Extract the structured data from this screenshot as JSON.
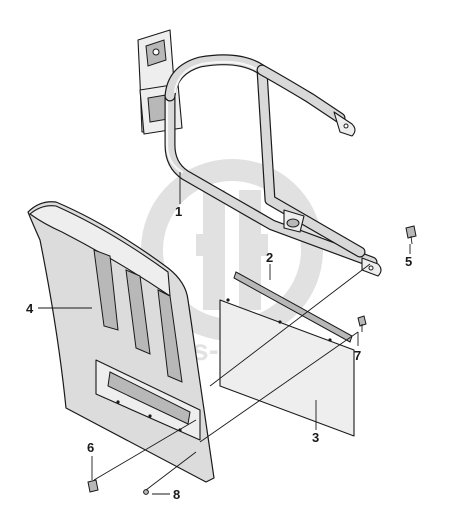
{
  "diagram": {
    "callouts": [
      {
        "id": "callout-1",
        "label": "1"
      },
      {
        "id": "callout-2",
        "label": "2"
      },
      {
        "id": "callout-3",
        "label": "3"
      },
      {
        "id": "callout-4",
        "label": "4"
      },
      {
        "id": "callout-5",
        "label": "5"
      },
      {
        "id": "callout-6",
        "label": "6"
      },
      {
        "id": "callout-7",
        "label": "7"
      },
      {
        "id": "callout-8",
        "label": "8"
      }
    ],
    "parts": [
      {
        "callout": "1",
        "name": "support-frame-tube"
      },
      {
        "callout": "2",
        "name": "strip"
      },
      {
        "callout": "3",
        "name": "rubber-flap"
      },
      {
        "callout": "4",
        "name": "mudguard"
      },
      {
        "callout": "5",
        "name": "bolt"
      },
      {
        "callout": "6",
        "name": "bolt"
      },
      {
        "callout": "7",
        "name": "bolt"
      },
      {
        "callout": "8",
        "name": "nut"
      }
    ],
    "watermark": "dalss-parts",
    "colors": {
      "line": "#1a1a1a",
      "part_fill": "#dcdcdc",
      "watermark": "#c9c9c9"
    }
  }
}
